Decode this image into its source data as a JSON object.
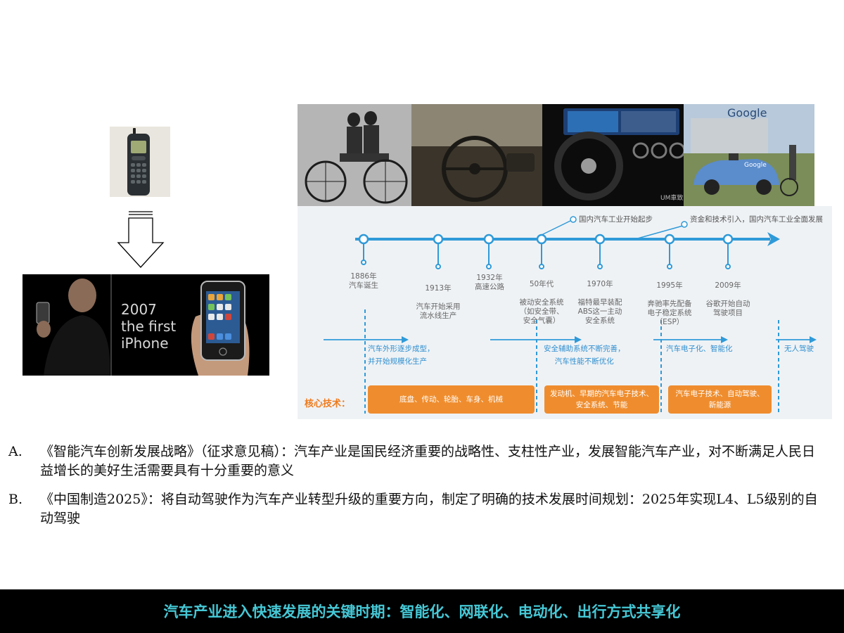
{
  "iphone_banner": {
    "line1": "2007",
    "line2": "the first",
    "line3": "iPhone"
  },
  "photos": {
    "google_sign": "Google",
    "car_text": "Google",
    "um_watermark": "UM車致"
  },
  "timeline": {
    "milestones": [
      {
        "year": "1886年",
        "desc": "汽车诞生"
      },
      {
        "year": "1913年",
        "desc": "汽车开始采用\n流水线生产"
      },
      {
        "year": "1932年",
        "desc": "高速公路"
      },
      {
        "year": "50年代",
        "desc": "被动安全系统\n（如安全带、\n安全气囊）"
      },
      {
        "year": "1970年",
        "desc": "福特最早装配\nABS这一主动\n安全系统"
      },
      {
        "year": "1995年",
        "desc": "奔驰率先配备\n电子稳定系统\n（ESP）"
      },
      {
        "year": "2009年",
        "desc": "谷歌开始自动\n驾驶项目"
      }
    ],
    "note_domestic_start": "国内汽车工业开始起步",
    "note_capital": "资金和技术引入，国内汽车工业全面发展",
    "stages": [
      "汽车外形逐步成型，\n并开始规模化生产",
      "安全辅助系统不断完善，\n汽车性能不断优化",
      "汽车电子化、智能化",
      "无人驾驶"
    ],
    "core_label": "核心技术：",
    "core_boxes": [
      "底盘、传动、轮胎、车身、机械",
      "发动机、早期的汽车电子技术、\n安全系统、节能",
      "汽车电子技术、自动驾驶、\n新能源"
    ]
  },
  "bullets": [
    {
      "letter": "A.",
      "text": "《智能汽车创新发展战略》（征求意见稿）：汽车产业是国民经济重要的战略性、支柱性产业，发展智能汽车产业，对不断满足人民日益增长的美好生活需要具有十分重要的意义"
    },
    {
      "letter": "B.",
      "text": "《中国制造2025》：将自动驾驶作为汽车产业转型升级的重要方向，制定了明确的技术发展时间规划：2025年实现L4、L5级别的自动驾驶"
    }
  ],
  "footer": {
    "text": "汽车产业进入快速发展的关键时期：智能化、网联化、电动化、出行方式共享化"
  },
  "colors": {
    "timeline_blue": "#2f9ad8",
    "core_orange": "#ef8d2e",
    "footer_text": "#45c8d6"
  }
}
